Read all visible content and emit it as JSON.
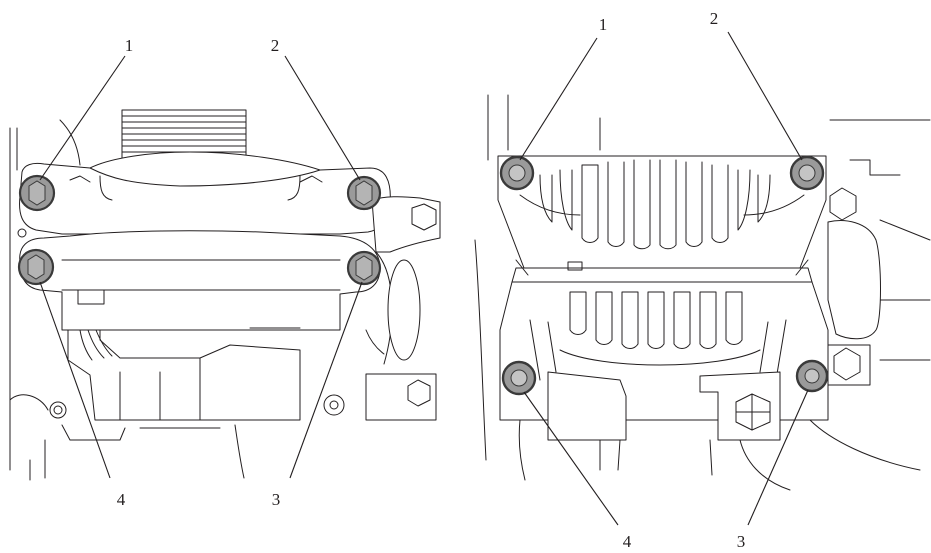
{
  "colors": {
    "line": "#231f20",
    "bolt_fill": "#9a9a9a",
    "bolt_ring": "#3a3a3a",
    "background": "#ffffff"
  },
  "views": [
    {
      "id": "left-view",
      "callouts": [
        {
          "label": "1"
        },
        {
          "label": "2"
        },
        {
          "label": "3"
        },
        {
          "label": "4"
        }
      ]
    },
    {
      "id": "right-view",
      "callouts": [
        {
          "label": "1"
        },
        {
          "label": "2"
        },
        {
          "label": "3"
        },
        {
          "label": "4"
        }
      ]
    }
  ]
}
